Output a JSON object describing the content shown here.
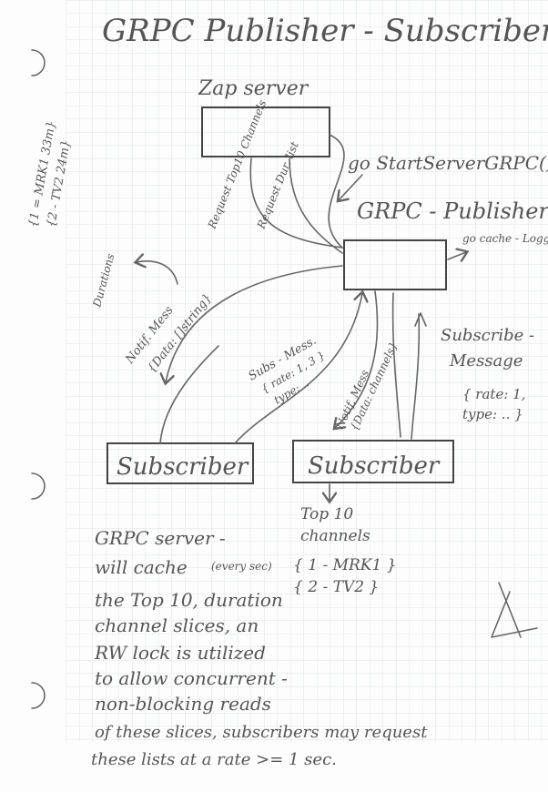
{
  "title": "GRPC   Publisher - Subscriber",
  "zap_server_label": "Zap server",
  "go_start_label": "go StartServerGRPC()",
  "publisher_label": "GRPC - Publisher",
  "go_cache_label": "go cache - LoggerData()",
  "arrow_request_top10": "Request Top10 Channels",
  "arrow_request_dur_list": "Request Dur. list",
  "durations_label": "Durations",
  "margin_note_line1": "{1 = MRK1 33m}",
  "margin_note_line2": "{2 - TV2 24m}",
  "notif_mess_left_line1": "Notif. Mess",
  "notif_mess_left_line2": "{Data: []string}",
  "subs_mess_line1": "Subs - Mess.",
  "subs_mess_line2": "{ rate: 1, 3 }",
  "subs_mess_line3": "type: ..",
  "notif_mess_right_line1": "Notif. Mess",
  "notif_mess_right_line2": "{Data: channels}",
  "subscribe_message_line1": "Subscribe -",
  "subscribe_message_line2": "Message",
  "rate_line1": "{ rate: 1,",
  "rate_line2": "type: .. }",
  "subscriber_left_label": "Subscriber",
  "subscriber_right_label": "Subscriber",
  "top10_label_line1": "Top 10",
  "top10_label_line2": "channels",
  "top10_list_line1": "{ 1 - MRK1 }",
  "top10_list_line2": "{ 2 - TV2 }",
  "every_sec": "(every sec)",
  "body_text": [
    "GRPC server -",
    "will cache",
    "the Top 10, duration",
    "channel slices, an",
    "RW lock is utilized",
    "to allow concurrent -",
    "non-blocking reads",
    "of these slices, subscribers may request",
    "these lists at a rate >= 1 sec."
  ],
  "colors": {
    "ink": "#555555",
    "grid": "#dde3e8",
    "paper": "#fdfdfd"
  }
}
